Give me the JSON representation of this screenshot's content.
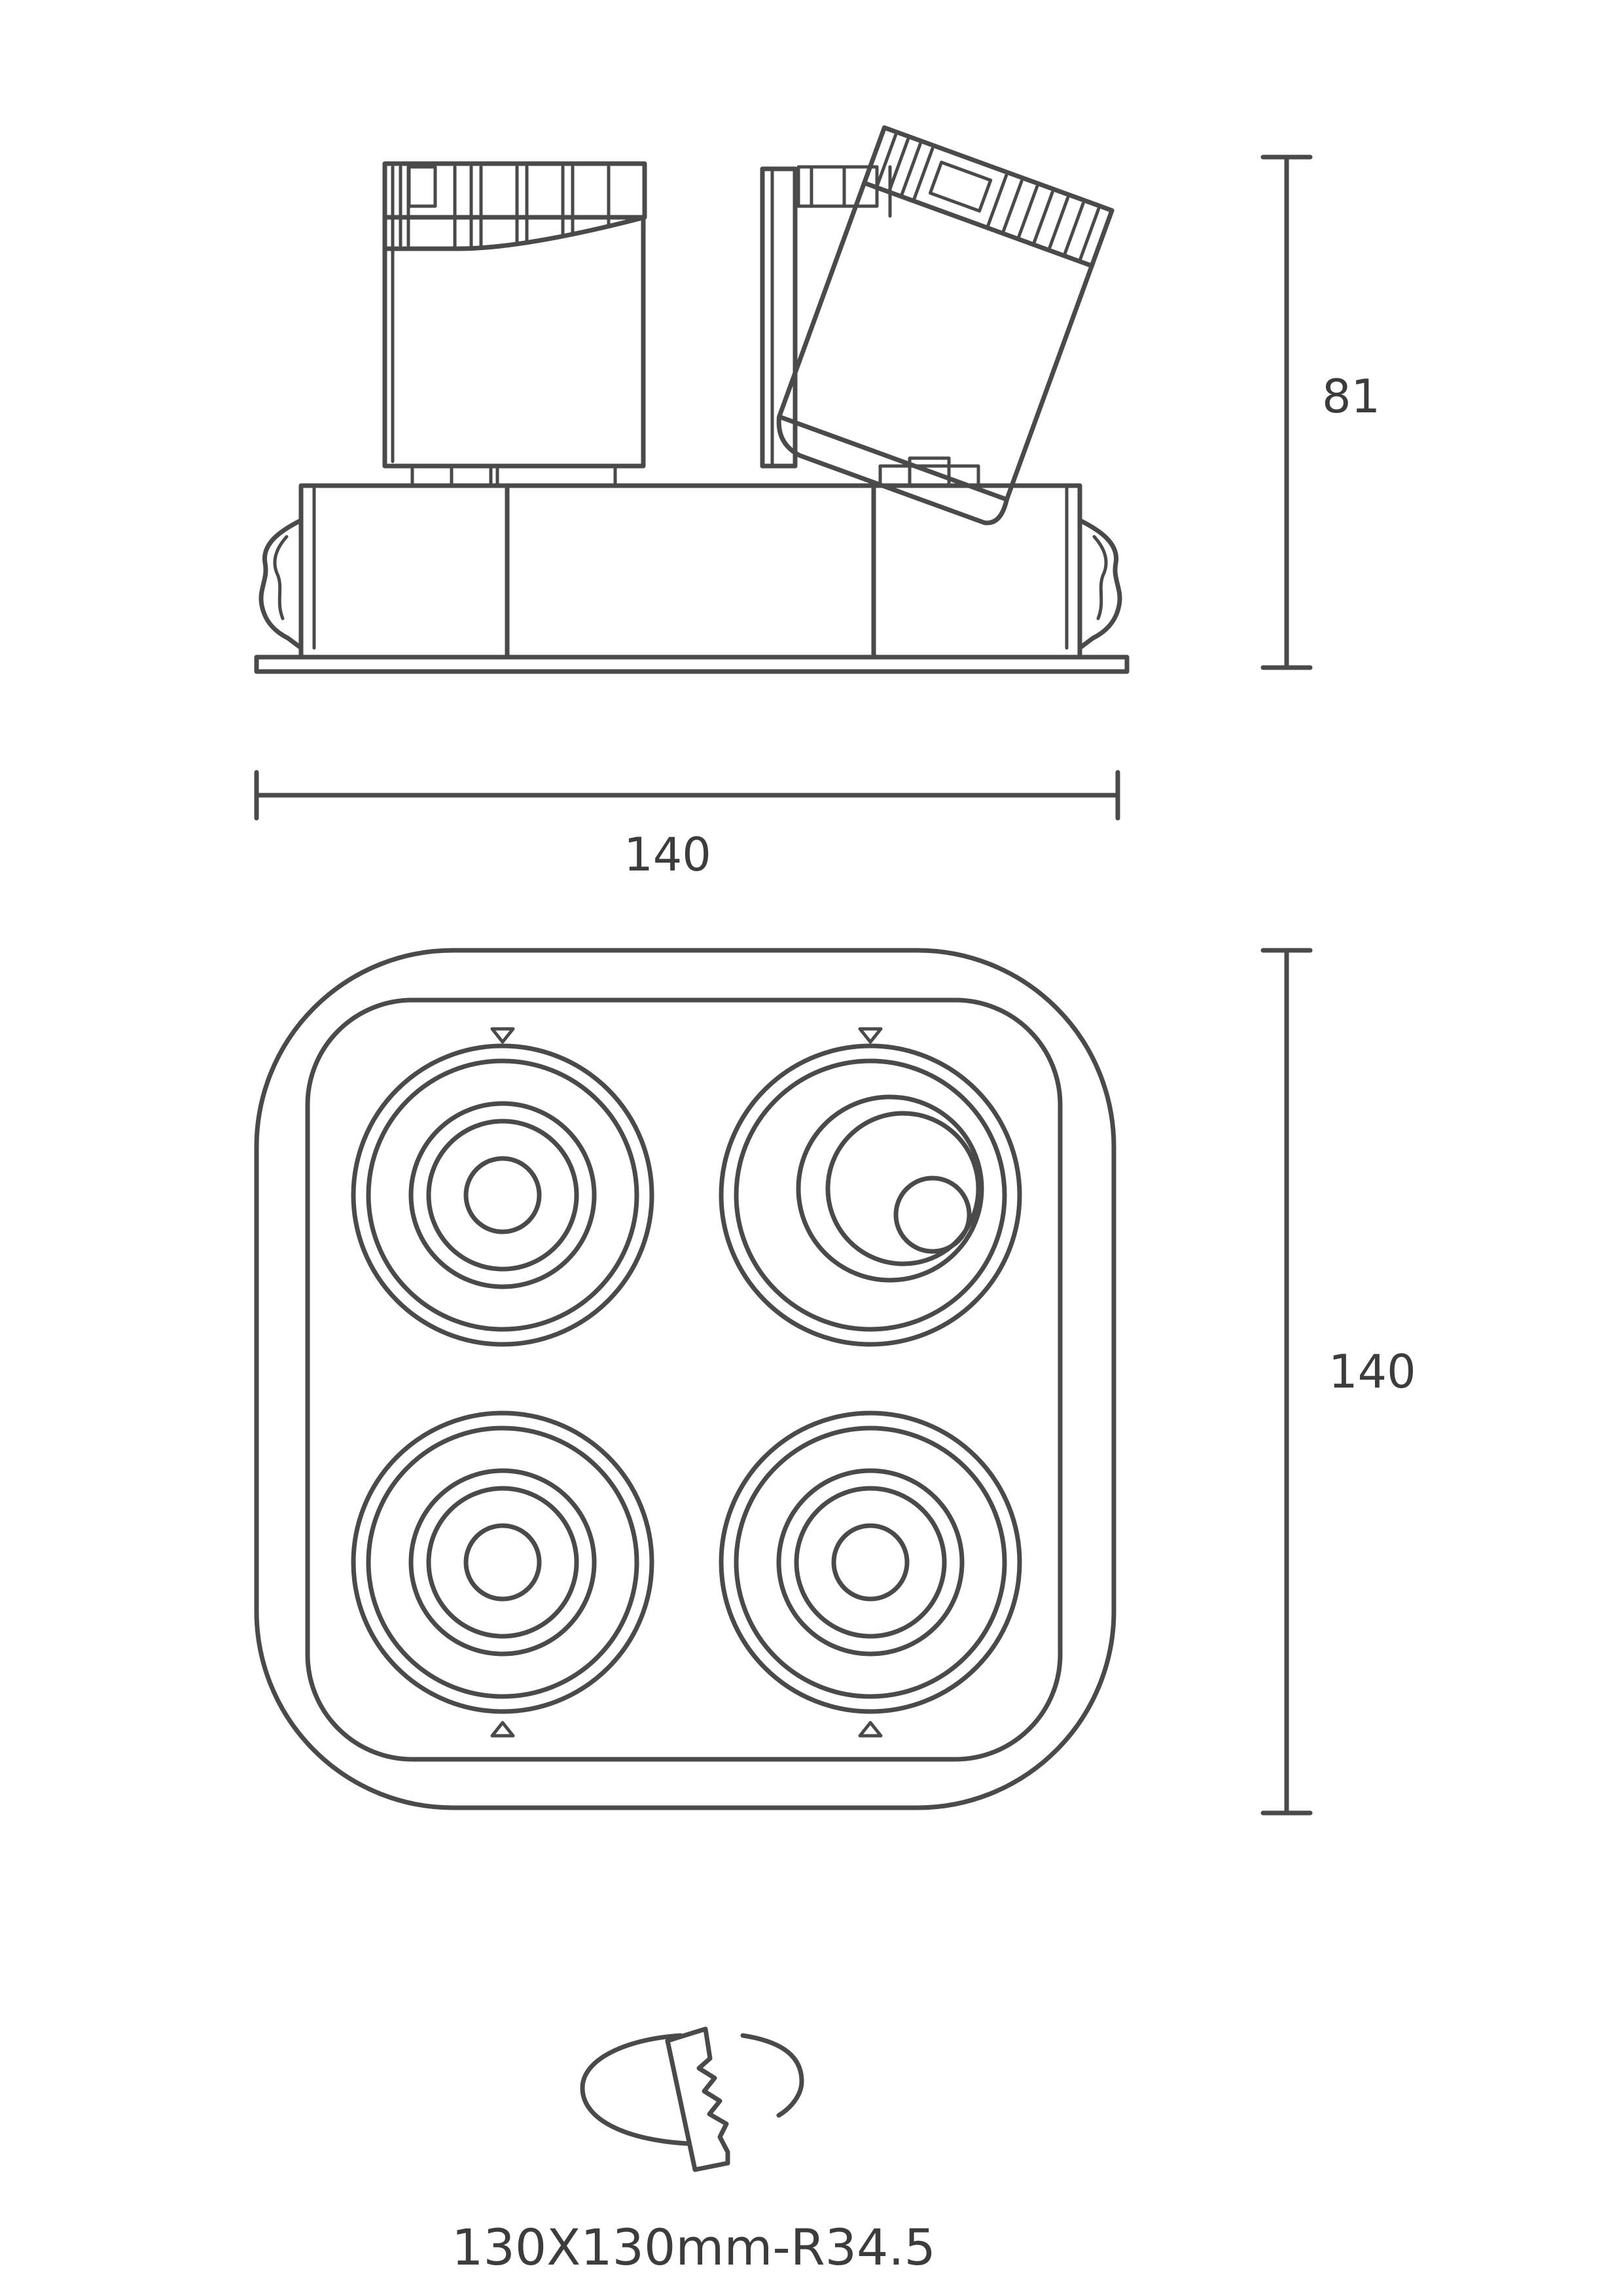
{
  "dimensions": {
    "side_height": "81",
    "side_width": "140",
    "front_height": "140"
  },
  "cutout": {
    "label": "130X130mm-R34.5"
  },
  "colors": {
    "line": "#4a4a4a",
    "text": "#3c3c3c",
    "background": "#ffffff"
  }
}
